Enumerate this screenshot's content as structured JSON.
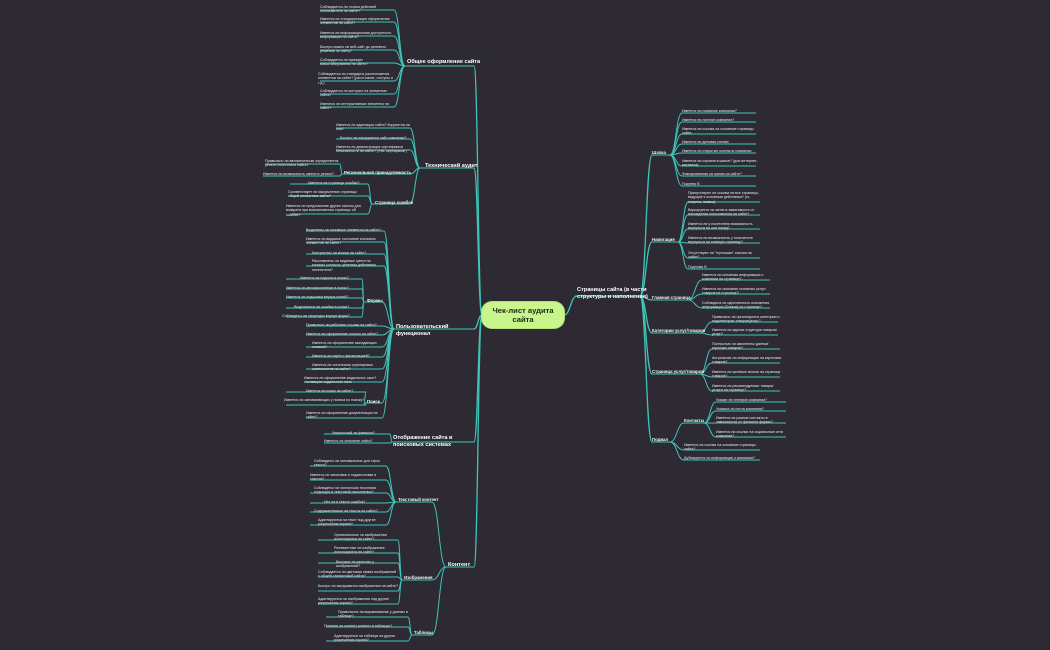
{
  "root": "Чек-лист аудита сайта",
  "colors": {
    "background": "#2d2a33",
    "edge": "#3fc5b8",
    "root_fill": "#c9f58d"
  },
  "branches": {
    "design": {
      "title": "Общее оформление сайта",
      "items": [
        "Соблюдается ли логика действий пользователя на сайте?",
        "Имеется ли стандартизация оформления элементов на сайте?",
        "Имеется ли информационная доступность информации на сайте?",
        "Быстро можно ли веб-сайт до целевого решения по сайту?",
        "Соблюдается ли принцип масштабирования на сайте?",
        "Соблюдается ли стандарты расположения элементов на сайте? (расстояние, отступы и т.д.)",
        "Соблюдается ли контраст на элементах сайта?",
        "Имеются ли интерактивные элементы на сайте?"
      ]
    },
    "tech": {
      "title": "Технический аудит",
      "items": [
        "Имеется ли адаптация сайта? Корректна ли она?",
        "Быстро ли загружается сайт компании?",
        "Имеется ли демонстрация сертификата безопасности на сайте? (SSL сертификат)"
      ],
      "regional": {
        "title": "Региональная принадлежность",
        "items": [
          "Правильно ли автоматически определяется регион посетителя сайта?",
          "Имеется ли возможность сменить регион?"
        ]
      },
      "errors": {
        "title": "Страница ошибок",
        "items": [
          "Имеется ли страница ошибки?",
          "Соответствует ли оформление страницы общей стилистике сайта?",
          "Имеется ли предложение других ссылок для возврата при возникновении страницы об ошибке?"
        ]
      }
    },
    "func": {
      "title": "Пользовательский функционал",
      "top_items": [
        "Выделены ли основные элементы на сайте?",
        "Имеется ли видимое состояние кнопок/их элементов на сайте?",
        "Контрастны ли кнопки на сайте?",
        "Расставлены ли видимые цвета на кнопках согласно целевым действиям посетителя?"
      ],
      "forms": {
        "title": "Формы",
        "items": [
          "Имеется ли подсказ в полях?",
          "Имеется ли автозаполнение в полях?",
          "Имеется ли подсказка внутри полей?",
          "Выделяются ли ошибки в полях?",
          "Соблюдены ли структуры внутри форм?"
        ]
      },
      "mid_items": [
        "Правильно ли работают ссылки на сайте?",
        "Имеется ли оформление ссылок на сайте?",
        "Имеется ли оформление выпадающих списков?",
        "Имеется ли карта с фильтрацией?",
        "Имеется ли логическая группировка компонентов на сайте?",
        "Имеется ли оформление модальных окон? Активацию модального окна"
      ],
      "search": {
        "title": "Поиск",
        "items": [
          "Имеется ли поиск на сайте?",
          "Имеется ли запоминающих у поиска по поиску?"
        ]
      },
      "bottom_items": [
        "Имеется ли оформление документации на сайте?"
      ]
    },
    "seo": {
      "title": "Отображение сайта в поисковых системах",
      "items": [
        "Уникальный ли фавикон?",
        "Имеется ли описание сайта?"
      ]
    },
    "content": {
      "title": "Контент",
      "text": {
        "title": "Текстовый контент",
        "items": [
          "Соблюдены ли оптимальные для строк текста?",
          "Имеется ли заголовки и подзаголовки в текстах?",
          "Соблюдены ли логическая текстовая структура в текстовой наполнении?",
          "Нет ли в тексте ошибок?",
          "Содержательные ли тексты на сайте?",
          "Адаптируются ли текст под другие разрешения экрана?"
        ]
      },
      "images": {
        "title": "Изображения",
        "items": [
          "Оригинальные ли изображения используются на сайте?",
          "Релевантные ли изображения используются на сайте?",
          "Высокое ли качество у изображений?",
          "Соблюдается ли цветовая гамма изображений с общей стилистикой сайта?",
          "Быстро ли загружаются изображения на сайте?",
          "Адаптируются ли изображения под другие разрешения экрана?"
        ]
      },
      "tables": {
        "title": "Таблицы",
        "items": [
          "Правильное ли выравнивание у данных в таблице?",
          "Понятен ли контент контент в таблицах?",
          "Адаптируются ли таблицы на другие разрешения экрана?"
        ]
      }
    },
    "pages": {
      "title": "Страницы сайта (в части структуры и наполнения)",
      "header": {
        "title": "Шапка",
        "items": [
          "Имеется ли название компании?",
          "Имеется ли логотип компании?",
          "Имеется ли ссылка на основные страницы сайта",
          "Имеется ли деловая кнопка",
          "Имеется ли открытые контакты компании",
          "Имеется ли корзина в шапке? (для интернет-магазина)",
          "Фиксированная ли шапка на сайте?",
          "Подтвер В"
        ]
      },
      "nav": {
        "title": "Навигация",
        "items": [
          "Присутствуют ли ссылки на все страницы, ведущие к основным действиям? (кт, покупка, заявка)",
          "Варьируется ли меню в зависимости от нахождения пользователя на сайте?",
          "Имеется ли у посетителя возможность вернуться на шаг назад?",
          "Имеется ли возможность у посетителя вернуться на главную страницу?",
          "Отсутствуют ли \"пустышки\" ссылки на сайте?",
          "Подловы В"
        ]
      },
      "home": {
        "title": "Главная страница",
        "items": [
          "Имеется ли основная информация о компании на странице?",
          "Имеется ли описание основных услуг/товаров на странице?",
          "Соблюдена ли однотипность изложения информации (блоков) на странице?"
        ]
      },
      "catalog": {
        "title": "Категории услуг/товаров",
        "items": [
          "Правильно ли организуются категории и подкатегории товаров/услуг?",
          "Имеется ли единая структура товаров/услуг?"
        ]
      },
      "product": {
        "title": "Страница услуг/товаров",
        "items": [
          "Полностью ли заполнены данные карточки товаров?",
          "Актуальная ли информация на карточках товаров?",
          "Имеется ли целевые кнопки на странице товаров?",
          "Имеется ли рекомендуемые товары/услуги на странице?"
        ]
      },
      "footer": {
        "title": "Подвал",
        "contacts": {
          "title": "Контакты",
          "items": [
            "Указан ли телефон компании?",
            "Указана ли почта компании?",
            "Имеется ли разные контакты в зависимости от филиала фирмы?",
            "Имеется ли ссылки на социальные сети компании?"
          ]
        },
        "items": [
          "Имеется ли ссылки на основные страницы сайта?",
          "Дублируется ли информация о компании?"
        ]
      }
    }
  }
}
